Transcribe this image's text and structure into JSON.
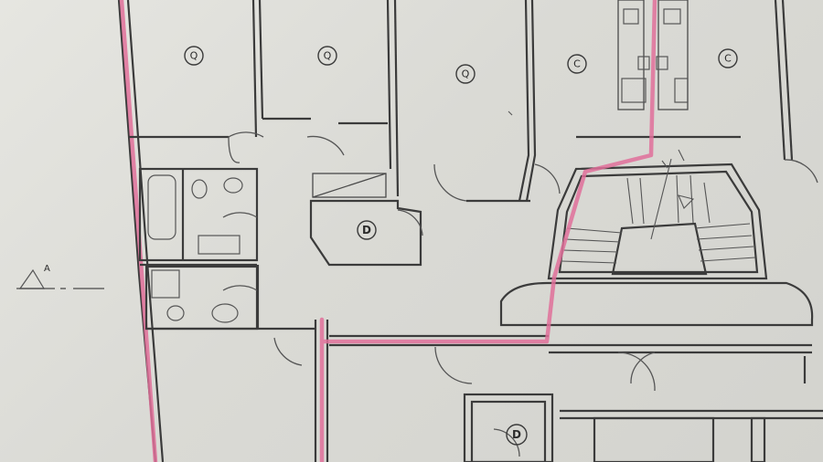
{
  "room_tags": {
    "q1": "Q",
    "q2": "Q",
    "q3": "Q",
    "c1": "C",
    "c2": "C",
    "d1": "D",
    "d2": "D"
  },
  "section_marker": {
    "label": "A"
  },
  "colors": {
    "wall": "#3b3b3b",
    "highlight": "#e0709a",
    "paper": "#e3e3de"
  }
}
